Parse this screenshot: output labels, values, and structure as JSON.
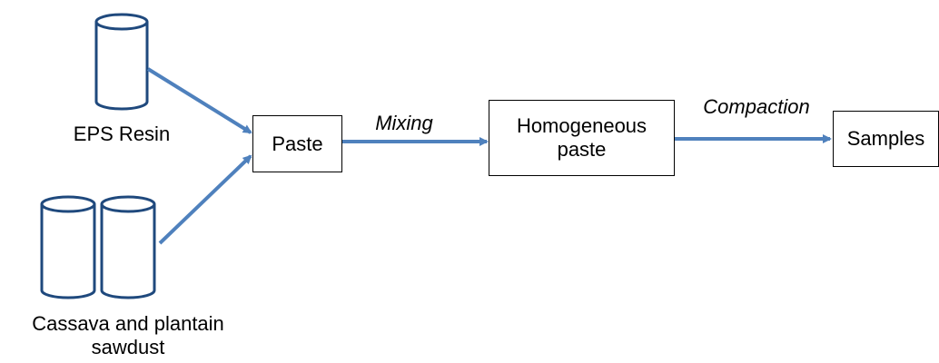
{
  "colors": {
    "arrow": "#4f81bd",
    "cylinder_stroke": "#1f497d",
    "box_stroke": "#000000"
  },
  "inputs": {
    "eps_resin": "EPS Resin",
    "sawdust_line1": "Cassava and plantain",
    "sawdust_line2": "sawdust"
  },
  "steps": {
    "paste": "Paste",
    "homogeneous_line1": "Homogeneous",
    "homogeneous_line2": "paste",
    "samples": "Samples"
  },
  "processes": {
    "mixing": "Mixing",
    "compaction": "Compaction"
  }
}
